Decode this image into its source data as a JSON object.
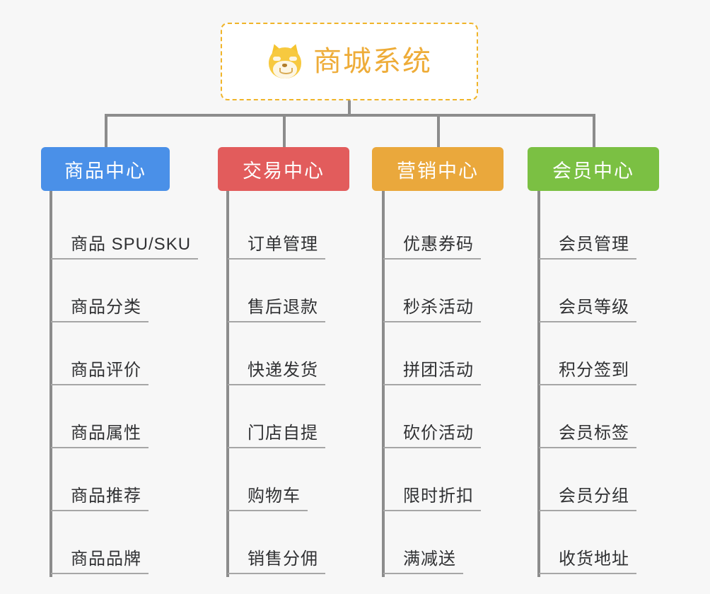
{
  "root": {
    "emoji_name": "shiba-dog-emoji",
    "title": "商城系统",
    "border_color": "#f0b429",
    "text_color": "#eeac38"
  },
  "connector_color": "#8c8c8c",
  "columns": [
    {
      "id": "product-center",
      "title": "商品中心",
      "color": "#4a90e8",
      "items": [
        "商品 SPU/SKU",
        "商品分类",
        "商品评价",
        "商品属性",
        "商品推荐",
        "商品品牌"
      ]
    },
    {
      "id": "trade-center",
      "title": "交易中心",
      "color": "#e25c5c",
      "items": [
        "订单管理",
        "售后退款",
        "快递发货",
        "门店自提",
        "购物车",
        "销售分佣"
      ]
    },
    {
      "id": "marketing-center",
      "title": "营销中心",
      "color": "#eaa83c",
      "items": [
        "优惠券码",
        "秒杀活动",
        "拼团活动",
        "砍价活动",
        "限时折扣",
        "满减送"
      ]
    },
    {
      "id": "member-center",
      "title": "会员中心",
      "color": "#7bc043",
      "items": [
        "会员管理",
        "会员等级",
        "积分签到",
        "会员标签",
        "会员分组",
        "收货地址"
      ]
    }
  ]
}
